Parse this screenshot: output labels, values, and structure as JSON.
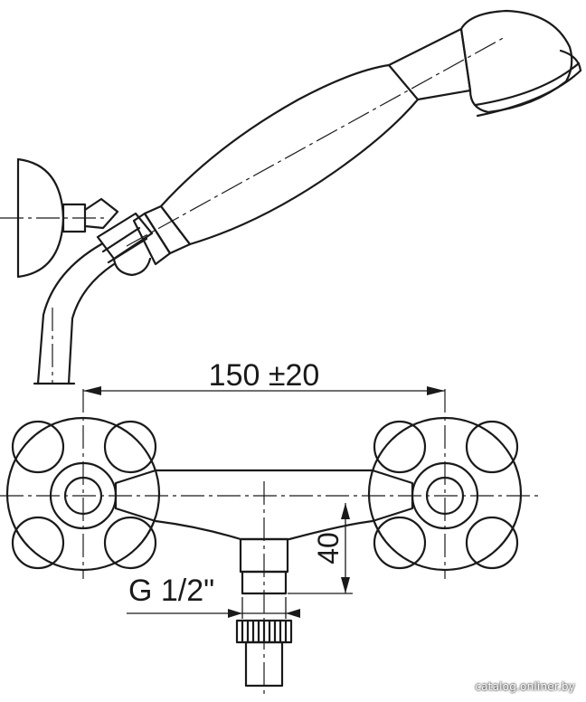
{
  "dimensions": {
    "width_label": "150 ±20",
    "height_label": "40",
    "thread_label": "G 1/2\""
  },
  "watermark": "catalog.onliner.by",
  "colors": {
    "line": "#1a1a1a",
    "background": "#ffffff"
  }
}
